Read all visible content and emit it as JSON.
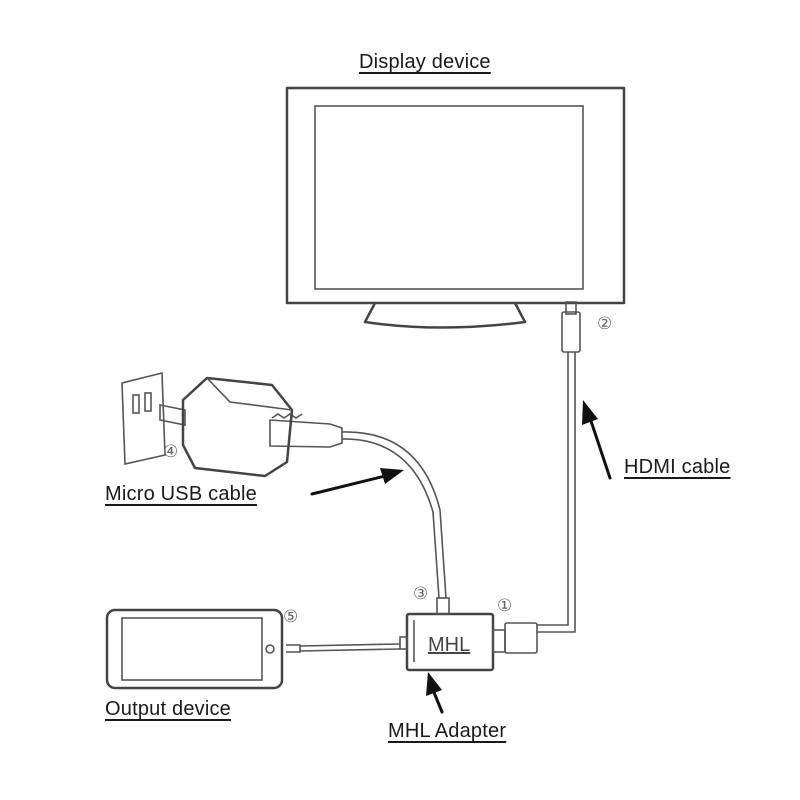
{
  "labels": {
    "display_device": "Display device",
    "hdmi_cable": "HDMI cable",
    "micro_usb_cable": "Micro USB cable",
    "output_device": "Output device",
    "mhl_adapter": "MHL Adapter",
    "adapter_text": "MHL"
  },
  "markers": {
    "m1": "①",
    "m2": "②",
    "m3": "③",
    "m4": "④",
    "m5": "⑤"
  }
}
